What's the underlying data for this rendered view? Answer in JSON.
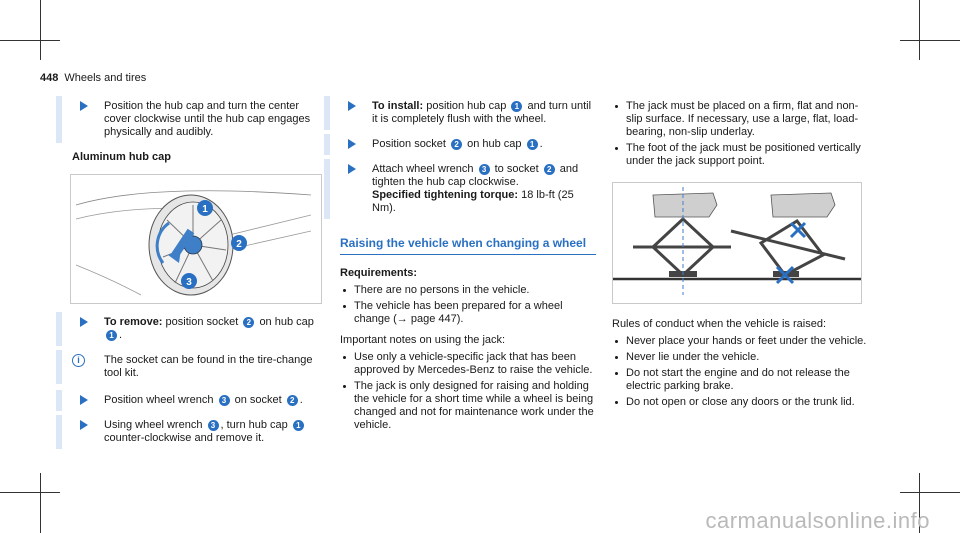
{
  "header": {
    "page_number": "448",
    "section": "Wheels and tires"
  },
  "col1": {
    "step1": "Position the hub cap and turn the center cover clockwise until the hub cap engages physically and audibly.",
    "subheading": "Aluminum hub cap",
    "step2_label": "To remove:",
    "step2_a": "position socket",
    "step2_b": "on hub cap",
    "step2_c": ".",
    "note": "The socket can be found in the tire-change tool kit.",
    "step3_a": "Position wheel wrench",
    "step3_b": "on socket",
    "step3_c": ".",
    "step4_a": "Using wheel wrench",
    "step4_b": ", turn hub cap",
    "step4_c": "counter-clockwise and remove it."
  },
  "col2": {
    "step1_label": "To install:",
    "step1_a": "position hub cap",
    "step1_b": "and turn until it is completely flush with the wheel.",
    "step2_a": "Position socket",
    "step2_b": "on hub cap",
    "step2_c": ".",
    "step3_a": "Attach wheel wrench",
    "step3_b": "to socket",
    "step3_c": "and tighten the hub cap clockwise.",
    "torque_label": "Specified tightening torque:",
    "torque_value": "18 lb-ft (25 Nm).",
    "section_title": "Raising the vehicle when changing a wheel",
    "requirements_label": "Requirements:",
    "requirements": [
      "There are no persons in the vehicle.",
      "The vehicle has been prepared for a wheel change (→ page 447)."
    ],
    "notes_label": "Important notes on using the jack:",
    "notes": [
      "Use only a vehicle-specific jack that has been approved by Mercedes-Benz to raise the vehicle.",
      "The jack is only designed for raising and holding the vehicle for a short time while a wheel is being changed and not for maintenance work under the vehicle."
    ]
  },
  "col3": {
    "top_bullets": [
      "The jack must be placed on a firm, flat and non-slip surface. If necessary, use a large, flat, load-bearing, non-slip underlay.",
      "The foot of the jack must be positioned vertically under the jack support point."
    ],
    "rules_label": "Rules of conduct when the vehicle is raised:",
    "rules": [
      "Never place your hands or feet under the vehicle.",
      "Never lie under the vehicle.",
      "Do not start the engine and do not release the electric parking brake.",
      "Do not open or close any doors or the trunk lid."
    ]
  },
  "callouts": {
    "one": "1",
    "two": "2",
    "three": "3"
  },
  "info_icon_glyph": "i",
  "watermark": "carmanualsonline.info",
  "colors": {
    "accent": "#2a70c2",
    "step_bar": "#dbe7f6",
    "figure_blue": "#3f7fc8",
    "x_mark": "#2a70c2"
  }
}
